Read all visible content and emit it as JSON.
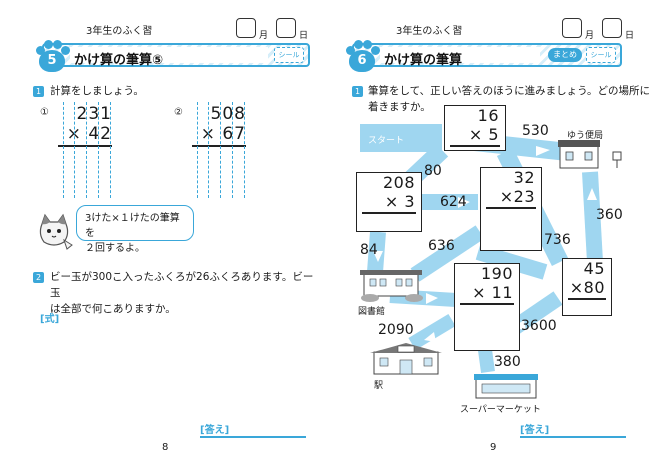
{
  "left": {
    "grade": "3年生のふく習",
    "month_label": "月",
    "day_label": "日",
    "lesson_number": "5",
    "title": "かけ算の筆算⑤",
    "seal": "シール",
    "q1": {
      "num": "1",
      "text": "計算をしましょう。"
    },
    "problems": [
      {
        "label": "①",
        "top": "231",
        "bottom": "× 42"
      },
      {
        "label": "②",
        "top": "508",
        "bottom": "× 67"
      }
    ],
    "hint": [
      "3けた×１けたの筆算を",
      "２回するよ。"
    ],
    "q2": {
      "num": "2",
      "text_lines": [
        "ビー玉が300こ入ったふくろが26ふくろあります。ビー玉",
        "は全部で何こありますか。"
      ]
    },
    "formula_label": "[式]",
    "answer_label": "[答え]",
    "page_number": "8"
  },
  "right": {
    "grade": "3年生のふく習",
    "month_label": "月",
    "day_label": "日",
    "lesson_number": "6",
    "title": "かけ算の筆算",
    "badge": "まとめ",
    "seal": "シール",
    "q1": {
      "num": "1",
      "text_lines": [
        "筆算をして、正しい答えのほうに進みましょう。どの場所に",
        "着きますか。"
      ]
    },
    "start": "スタート",
    "boxes": [
      {
        "top": "16",
        "bottom": "×  5"
      },
      {
        "top": "208",
        "bottom": "×  3"
      },
      {
        "top": "32",
        "bottom": "×23"
      },
      {
        "top": "45",
        "bottom": "×80"
      },
      {
        "top": "190",
        "bottom": "× 11"
      }
    ],
    "numbers": [
      "530",
      "80",
      "624",
      "84",
      "636",
      "736",
      "360",
      "3600",
      "2090",
      "380"
    ],
    "places": {
      "post_office": "ゆう便局",
      "library": "図書館",
      "station": "駅",
      "supermarket": "スーパーマーケット"
    },
    "answer_label": "[答え]",
    "page_number": "9"
  },
  "colors": {
    "accent": "#3aa7d9",
    "road": "#9fd6f0"
  }
}
